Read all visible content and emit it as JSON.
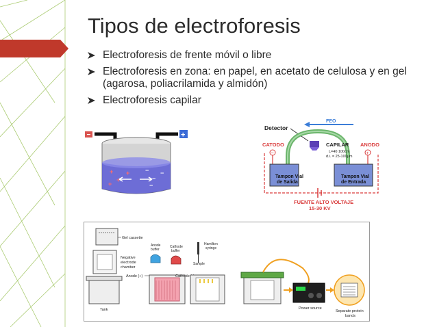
{
  "slide": {
    "title": "Tipos de electroforesis",
    "bullets": [
      "Electroforesis de frente móvil o libre",
      "Electroforesis en zona: en papel, en acetato de celulosa y en gel (agarosa, poliacrilamida y almidón)",
      "Electroforesis capilar"
    ]
  },
  "figure_capillary": {
    "eof": "FEO",
    "detector": "Detector",
    "cathode": "CATODO",
    "capillary": "CAPILAR",
    "anode": "ANODO",
    "length": "L=40 100cm",
    "diameter": "d.i. = 25-100μm",
    "vial_out_1": "Tampon Vial",
    "vial_out_2": "de Salida",
    "vial_in_1": "Tampon Vial",
    "vial_in_2": "de Entrada",
    "source_1": "FUENTE ALTO VOLTAJE",
    "source_2": "15-30 KV"
  },
  "figure_gel": {
    "gel_cassette": "Gel cassette",
    "anode_buffer_1": "Anode",
    "anode_buffer_2": "buffer",
    "cathode_buffer_1": "Cathode",
    "cathode_buffer_2": "buffer",
    "hamilton_1": "Hamilton",
    "hamilton_2": "syringe",
    "neg_chamber_1": "Negative",
    "neg_chamber_2": "electrode",
    "neg_chamber_3": "chamber",
    "sample": "Sample",
    "anode": "Anode (+)",
    "cathode": "Cathode (-)",
    "tank": "Tank",
    "power_source": "Power source",
    "bands_1": "Separate protein",
    "bands_2": "bands"
  },
  "colors": {
    "accent_red": "#c0392b",
    "deco_green": "#8ab24a",
    "title": "#2b2b2b"
  }
}
